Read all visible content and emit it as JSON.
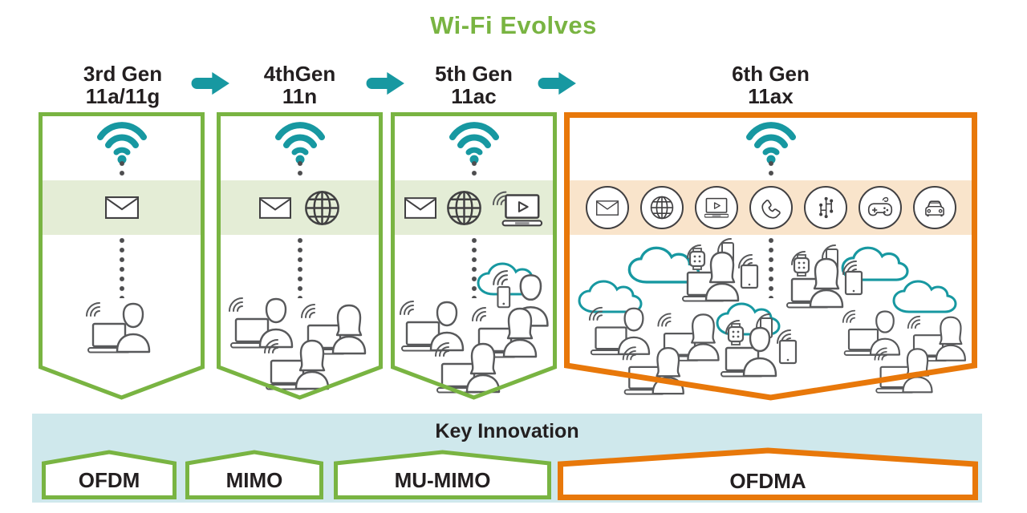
{
  "title": "Wi-Fi Evolves",
  "colors": {
    "green": "#79b442",
    "orange": "#e8780a",
    "teal": "#1798a1",
    "band_green": "#e4edd6",
    "band_orange": "#f9e4cb",
    "band_blue": "#cfe8ec",
    "outline_ink": "#58595b",
    "text": "#231f20"
  },
  "generations": [
    {
      "name": "3rd Gen",
      "standard": "11a/11g",
      "border_color": "#79b442",
      "application_icons": [
        "email-icon"
      ],
      "scene_icons": [
        "wifi-icon",
        "user-with-laptop"
      ],
      "innovation": "OFDM"
    },
    {
      "name": "4thGen",
      "standard": "11n",
      "border_color": "#79b442",
      "application_icons": [
        "email-icon",
        "web-globe-icon"
      ],
      "scene_icons": [
        "wifi-icon",
        "three-users-with-laptops"
      ],
      "innovation": "MIMO"
    },
    {
      "name": "5th Gen",
      "standard": "11ac",
      "border_color": "#79b442",
      "application_icons": [
        "email-icon",
        "web-globe-icon",
        "video-laptop-icon"
      ],
      "scene_icons": [
        "wifi-icon",
        "three-users-with-laptops",
        "cloud-icon",
        "user-with-smartphone"
      ],
      "innovation": "MU-MIMO"
    },
    {
      "name": "6th Gen",
      "standard": "11ax",
      "border_color": "#e8780a",
      "application_icons": [
        "email-icon",
        "web-globe-icon",
        "video-laptop-icon",
        "phone-call-icon",
        "iot-network-icon",
        "gamepad-icon",
        "car-icon"
      ],
      "scene_icons": [
        "wifi-icon",
        "cloud-icon",
        "users-with-laptops",
        "user-with-smartwatch-phone-tablet"
      ],
      "innovation": "OFDMA"
    }
  ],
  "key_innovation": {
    "title": "Key Innovation",
    "items": [
      "OFDM",
      "MIMO",
      "MU-MIMO",
      "OFDMA"
    ]
  }
}
